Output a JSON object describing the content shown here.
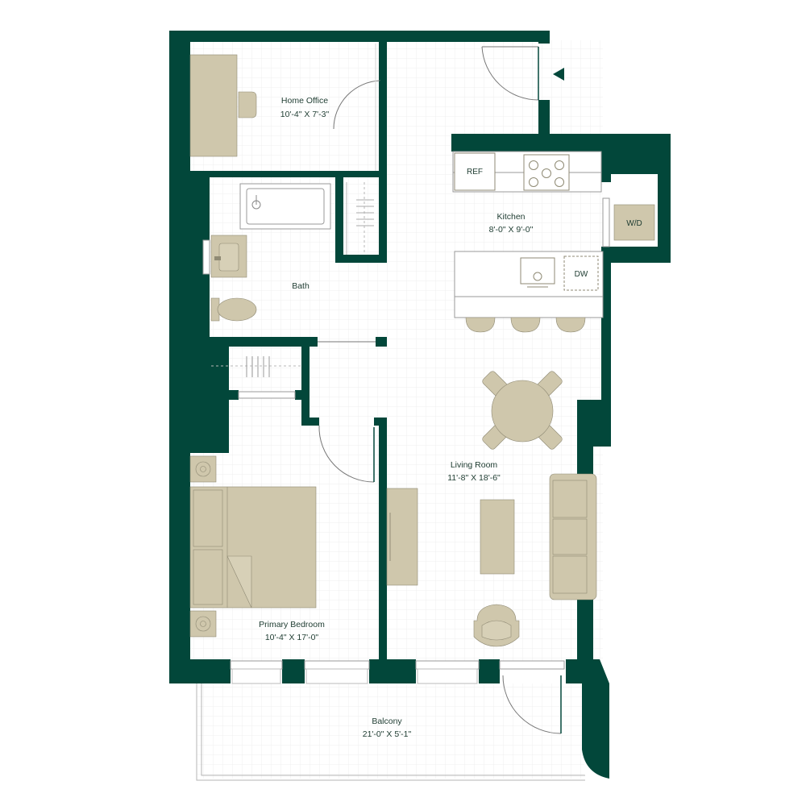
{
  "colors": {
    "wall": "#02473a",
    "furniture": "#cfc7ac",
    "furniture_stroke": "#8f8a74",
    "grid": "#ececec",
    "fixture_line": "#b7b7b7",
    "label_text": "#1d3b30",
    "background": "#ffffff"
  },
  "rooms": {
    "home_office": {
      "name": "Home Office",
      "dims": "10'-4\" X 7'-3\""
    },
    "bath": {
      "name": "Bath"
    },
    "kitchen": {
      "name": "Kitchen",
      "dims": "8'-0\" X 9'-0\""
    },
    "living_room": {
      "name": "Living Room",
      "dims": "11'-8\" X 18'-6\""
    },
    "primary_bedroom": {
      "name": "Primary Bedroom",
      "dims": "10'-4\" X 17'-0\""
    },
    "balcony": {
      "name": "Balcony",
      "dims": "21'-0\" X 5'-1\""
    }
  },
  "appliances": {
    "refrigerator": "REF",
    "dishwasher": "DW",
    "washer_dryer": "W/D"
  },
  "icons": {
    "entry_marker": "entry-arrow-icon"
  }
}
